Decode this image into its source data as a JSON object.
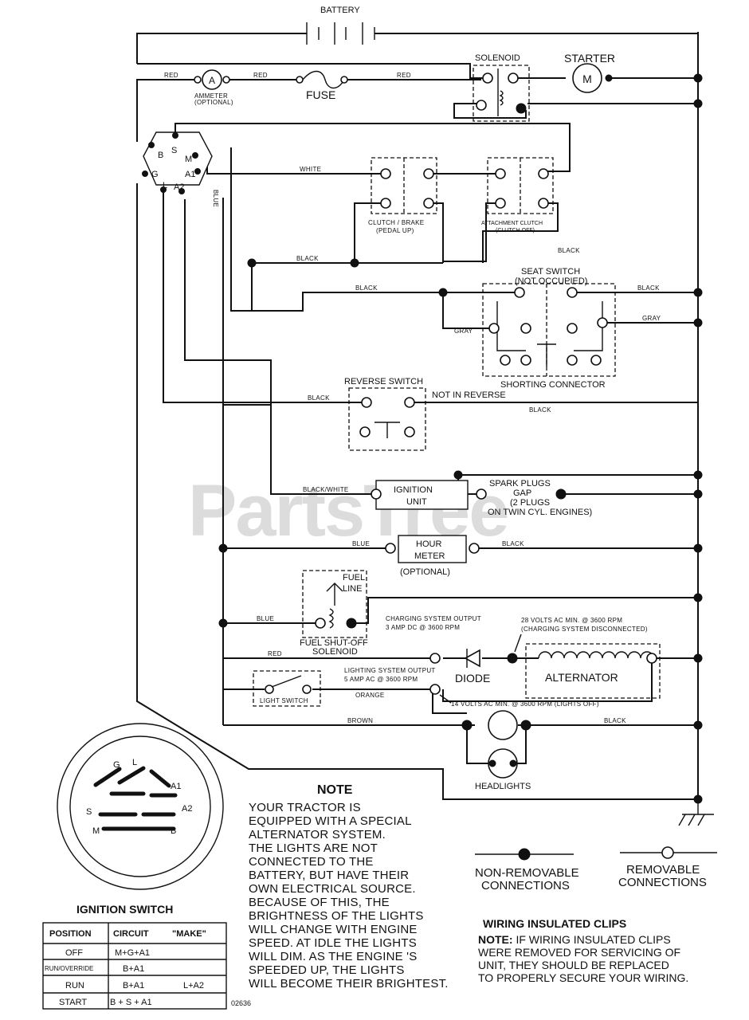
{
  "watermark": "PartsTree",
  "components": {
    "battery": "BATTERY",
    "solenoid": "SOLENOID",
    "starter": "STARTER",
    "motor_symbol": "M",
    "ammeter_symbol": "A",
    "ammeter": "AMMETER",
    "ammeter_optional": "(OPTIONAL)",
    "fuse": "FUSE",
    "clutch_brake": "CLUTCH / BRAKE",
    "clutch_brake_state": "(PEDAL UP)",
    "attachment_clutch": "ATTACHMENT CLUTCH",
    "attachment_clutch_state": "(CLUTCH OFF)",
    "seat_switch": "SEAT SWITCH",
    "seat_switch_state": "(NOT OCCUPIED)",
    "shorting_connector": "SHORTING CONNECTOR",
    "reverse_switch": "REVERSE SWITCH",
    "not_in_reverse": "NOT IN REVERSE",
    "ignition_unit_l1": "IGNITION",
    "ignition_unit_l2": "UNIT",
    "spark_plugs": "SPARK PLUGS",
    "gap": "GAP",
    "two_plugs": "(2 PLUGS",
    "twin_cyl": "ON TWIN CYL. ENGINES)",
    "hour_meter_l1": "HOUR",
    "hour_meter_l2": "METER",
    "hour_meter_optional": "(OPTIONAL)",
    "fuel": "FUEL",
    "line": "LINE",
    "fuel_shutoff_l1": "FUEL SHUT-OFF",
    "fuel_shutoff_l2": "SOLENOID",
    "charging_output": "CHARGING SYSTEM OUTPUT",
    "charging_rating": "3 AMP DC @ 3600 RPM",
    "volts_28": "28 VOLTS AC MIN. @ 3600 RPM",
    "charging_disconnected": "(CHARGING SYSTEM DISCONNECTED)",
    "diode": "DIODE",
    "alternator": "ALTERNATOR",
    "lighting_output": "LIGHTING SYSTEM OUTPUT",
    "lighting_rating": "5 AMP AC @ 3600 RPM",
    "volts_14": "14 VOLTS AC MIN. @ 3600 RPM (LIGHTS OFF)",
    "light_switch": "LIGHT SWITCH",
    "headlights": "HEADLIGHTS"
  },
  "terminals": {
    "b": "B",
    "s": "S",
    "m": "M",
    "g": "G",
    "a1": "A1",
    "l": "L",
    "a2": "A2",
    "sw_g": "G",
    "sw_l": "L",
    "sw_s": "S",
    "sw_m": "M",
    "sw_b": "B",
    "sw_a1": "A1",
    "sw_a2": "A2"
  },
  "wire_labels": {
    "red_1": "RED",
    "red_2": "RED",
    "red_3": "RED",
    "red_4": "RED",
    "white": "WHITE",
    "blue_v": "BLUE",
    "black_1": "BLACK",
    "black_2": "BLACK",
    "black_3": "BLACK",
    "black_4": "BLACK",
    "black_5": "BLACK",
    "black_6": "BLACK",
    "black_7": "BLACK",
    "black_8": "BLACK",
    "gray_1": "GRAY",
    "gray_2": "GRAY",
    "black_white": "BLACK/WHITE",
    "blue_1": "BLUE",
    "blue_2": "BLUE",
    "orange": "ORANGE",
    "brown": "BROWN"
  },
  "note": {
    "title": "NOTE",
    "lines": [
      "YOUR TRACTOR IS",
      "EQUIPPED WITH A SPECIAL",
      "ALTERNATOR SYSTEM.",
      "THE LIGHTS ARE NOT",
      "CONNECTED TO THE",
      "BATTERY, BUT HAVE THEIR",
      "OWN ELECTRICAL SOURCE.",
      "BECAUSE OF THIS, THE",
      "BRIGHTNESS OF THE LIGHTS",
      "WILL CHANGE WITH ENGINE",
      "SPEED.  AT IDLE THE LIGHTS",
      "WILL DIM.  AS THE ENGINE 'S",
      "SPEEDED UP, THE LIGHTS",
      "WILL BECOME THEIR BRIGHTEST."
    ]
  },
  "legend": {
    "non_removable_l1": "NON-REMOVABLE",
    "non_removable_l2": "CONNECTIONS",
    "removable_l1": "REMOVABLE",
    "removable_l2": "CONNECTIONS"
  },
  "clips": {
    "title": "WIRING INSULATED CLIPS",
    "note_label": "NOTE:",
    "line1": " IF WIRING INSULATED CLIPS",
    "line2": "WERE REMOVED FOR SERVICING OF",
    "line3": "UNIT, THEY SHOULD BE REPLACED",
    "line4": "TO PROPERLY SECURE YOUR WIRING."
  },
  "ignition_switch": {
    "title": "IGNITION SWITCH",
    "headers": [
      "POSITION",
      "CIRCUIT",
      "\"MAKE\""
    ],
    "rows": [
      {
        "position": "OFF",
        "circuit": "M+G+A1",
        "make": ""
      },
      {
        "position": "RUN/OVERRIDE",
        "circuit": "B+A1",
        "make": ""
      },
      {
        "position": "RUN",
        "circuit": "B+A1",
        "make": "L+A2"
      },
      {
        "position": "START",
        "circuit": "B + S + A1",
        "make": ""
      }
    ]
  },
  "drawing_number": "02636"
}
